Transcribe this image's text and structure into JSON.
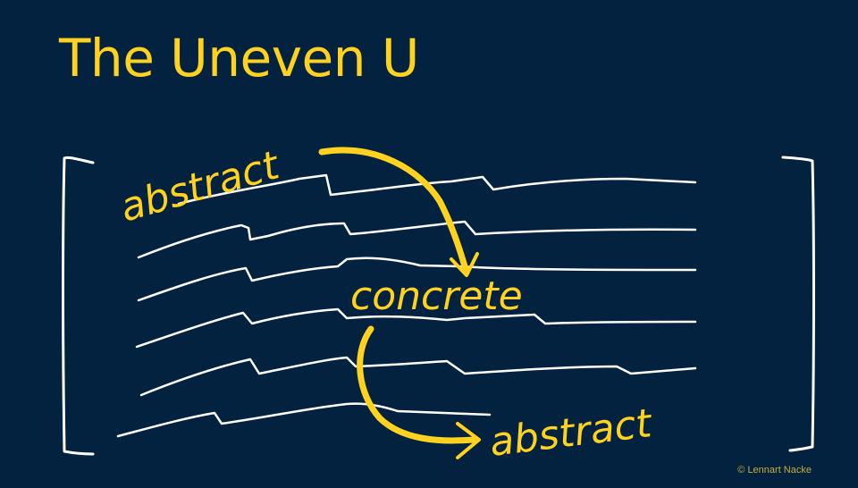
{
  "title": "The Uneven U",
  "labels": {
    "top": "abstract",
    "middle": "concrete",
    "bottom": "abstract"
  },
  "credit": "© Lennart Nacke",
  "colors": {
    "background": "#03223f",
    "accent": "#ffd21f",
    "lines": "#ffffff",
    "credit": "#c8ad3c"
  }
}
